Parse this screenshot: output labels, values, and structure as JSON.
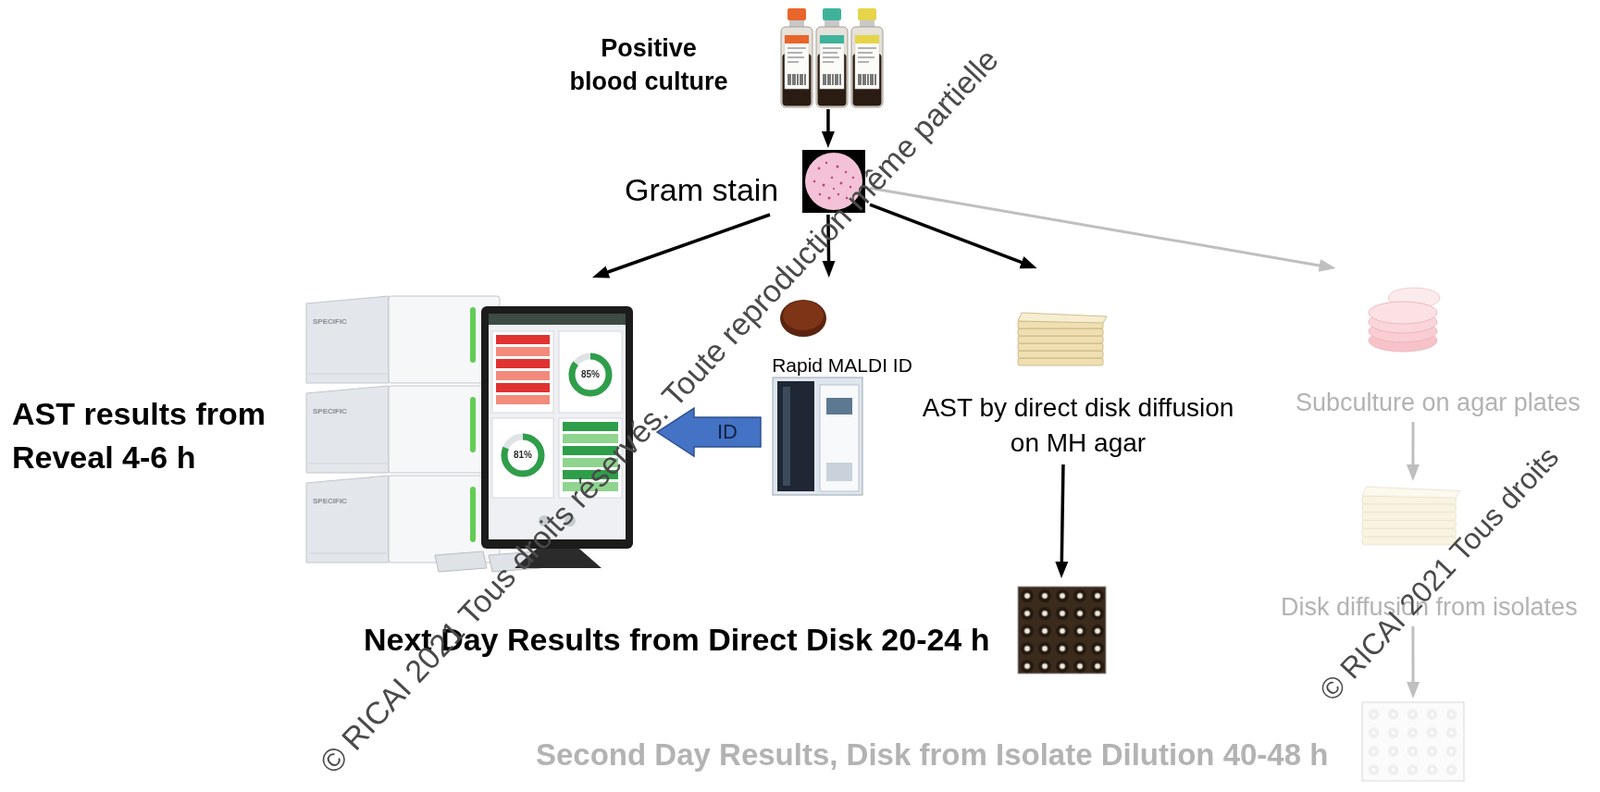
{
  "diagram": {
    "nodes": [
      {
        "text": [
          "Positive blood culture"
        ]
      },
      {
        "text": [
          "Gram stain"
        ]
      },
      {
        "text": [
          "AST results from Reveal 4-6 h"
        ]
      },
      {
        "text": [
          "Rapid MALDI ID"
        ]
      },
      {
        "text": [
          "AST by direct disk diffusion on MH agar"
        ]
      },
      {
        "text": [
          "Next Day Results from Direct Disk 20-24 h"
        ]
      },
      {
        "text": [
          "Subculture on agar plates"
        ]
      },
      {
        "text": [
          "Disk diffusion from isolates"
        ]
      },
      {
        "text": [
          "Second Day Results, Disk from Isolate Dilution 40-48 h"
        ]
      }
    ],
    "edges": [
      {
        "from": 0,
        "to": 1,
        "arrow": "to"
      },
      {
        "from": 1,
        "to": 2,
        "arrow": "to"
      },
      {
        "from": 1,
        "to": 3,
        "arrow": "to"
      },
      {
        "from": 1,
        "to": 4,
        "arrow": "to"
      },
      {
        "from": 1,
        "to": 6,
        "arrow": "to"
      },
      {
        "from": 3,
        "to": 2,
        "label": "ID",
        "arrow": "to"
      },
      {
        "from": 4,
        "to": 5,
        "arrow": "to"
      },
      {
        "from": 6,
        "to": 7,
        "arrow": "to"
      },
      {
        "from": 7,
        "to": 8,
        "arrow": "to"
      }
    ],
    "labels": [
      "© RICAI 2021 Tous droits réservés. Toute reproduction même partielle",
      "© RICAI 2021 Tous droits",
      "SPECIFIC",
      "SPECIFIC",
      "SPECIFIC",
      "85%",
      "81%"
    ]
  }
}
